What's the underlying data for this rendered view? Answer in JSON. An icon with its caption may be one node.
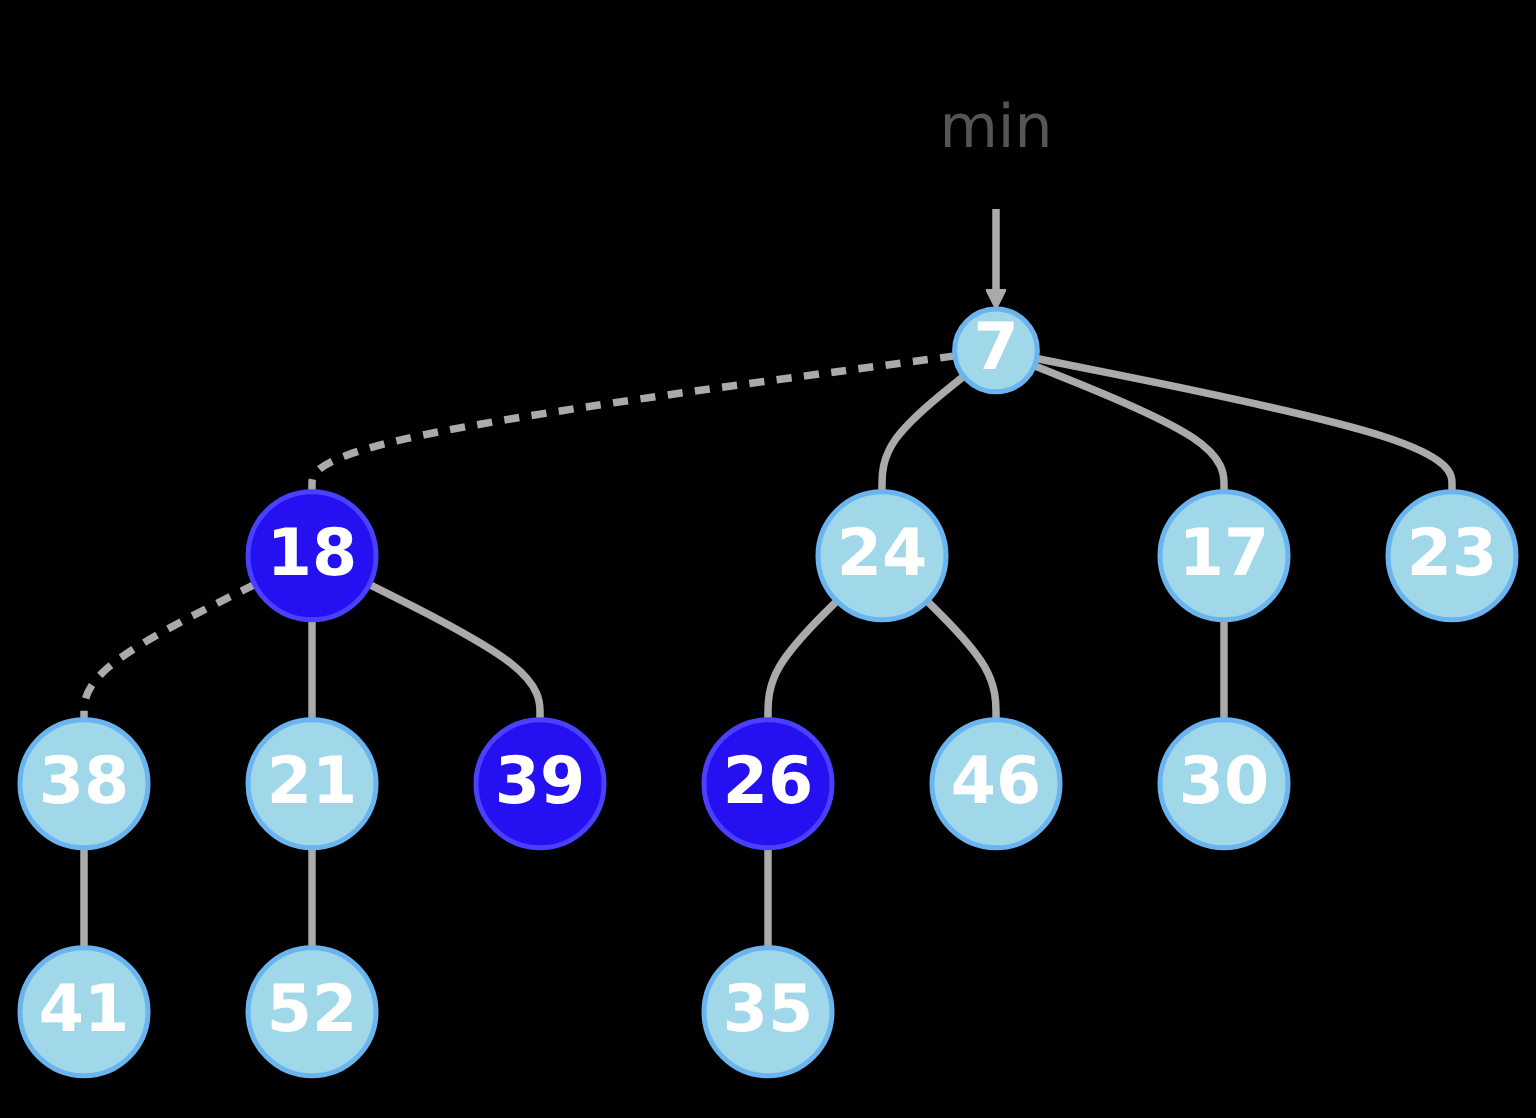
{
  "diagram": {
    "nodes": [
      {
        "text": [
          "min"
        ]
      },
      {
        "text": [
          "7"
        ]
      },
      {
        "text": [
          "18"
        ]
      },
      {
        "text": [
          "38"
        ]
      },
      {
        "text": [
          "24"
        ]
      },
      {
        "text": [
          "17"
        ]
      },
      {
        "text": [
          "23"
        ]
      },
      {
        "text": [
          "21"
        ]
      },
      {
        "text": [
          "39"
        ]
      },
      {
        "text": [
          "41"
        ]
      },
      {
        "text": [
          "26"
        ]
      },
      {
        "text": [
          "46"
        ]
      },
      {
        "text": [
          "30"
        ]
      },
      {
        "text": [
          "52"
        ]
      },
      {
        "text": [
          "35"
        ]
      }
    ],
    "edges": [
      {
        "from": 0,
        "to": 1,
        "arrow": "to"
      },
      {
        "from": 1,
        "to": 2,
        "arrow": "none",
        "style": "dashed"
      },
      {
        "from": 2,
        "to": 3,
        "arrow": "none",
        "style": "dashed"
      },
      {
        "from": 1,
        "to": 4,
        "arrow": "none"
      },
      {
        "from": 1,
        "to": 5,
        "arrow": "none"
      },
      {
        "from": 1,
        "to": 6,
        "arrow": "none"
      },
      {
        "from": 2,
        "to": 7,
        "arrow": "none"
      },
      {
        "from": 2,
        "to": 8,
        "arrow": "none"
      },
      {
        "from": 3,
        "to": 9,
        "arrow": "none"
      },
      {
        "from": 4,
        "to": 10,
        "arrow": "none"
      },
      {
        "from": 4,
        "to": 11,
        "arrow": "none"
      },
      {
        "from": 5,
        "to": 12,
        "arrow": "none"
      },
      {
        "from": 7,
        "to": 13,
        "arrow": "none"
      },
      {
        "from": 10,
        "to": 14,
        "arrow": "none"
      }
    ]
  }
}
